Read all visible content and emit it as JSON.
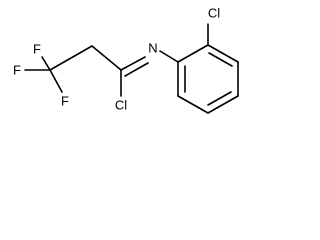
{
  "molecule": {
    "atoms": {
      "chlorine_aryl": "Cl",
      "nitrogen": "N",
      "chlorine_imidoyl": "Cl",
      "fluorine_top": "F",
      "fluorine_left": "F",
      "fluorine_bottom": "F"
    }
  },
  "colors": {
    "bond": "#000000",
    "label": "#000000",
    "background": "#ffffff"
  }
}
